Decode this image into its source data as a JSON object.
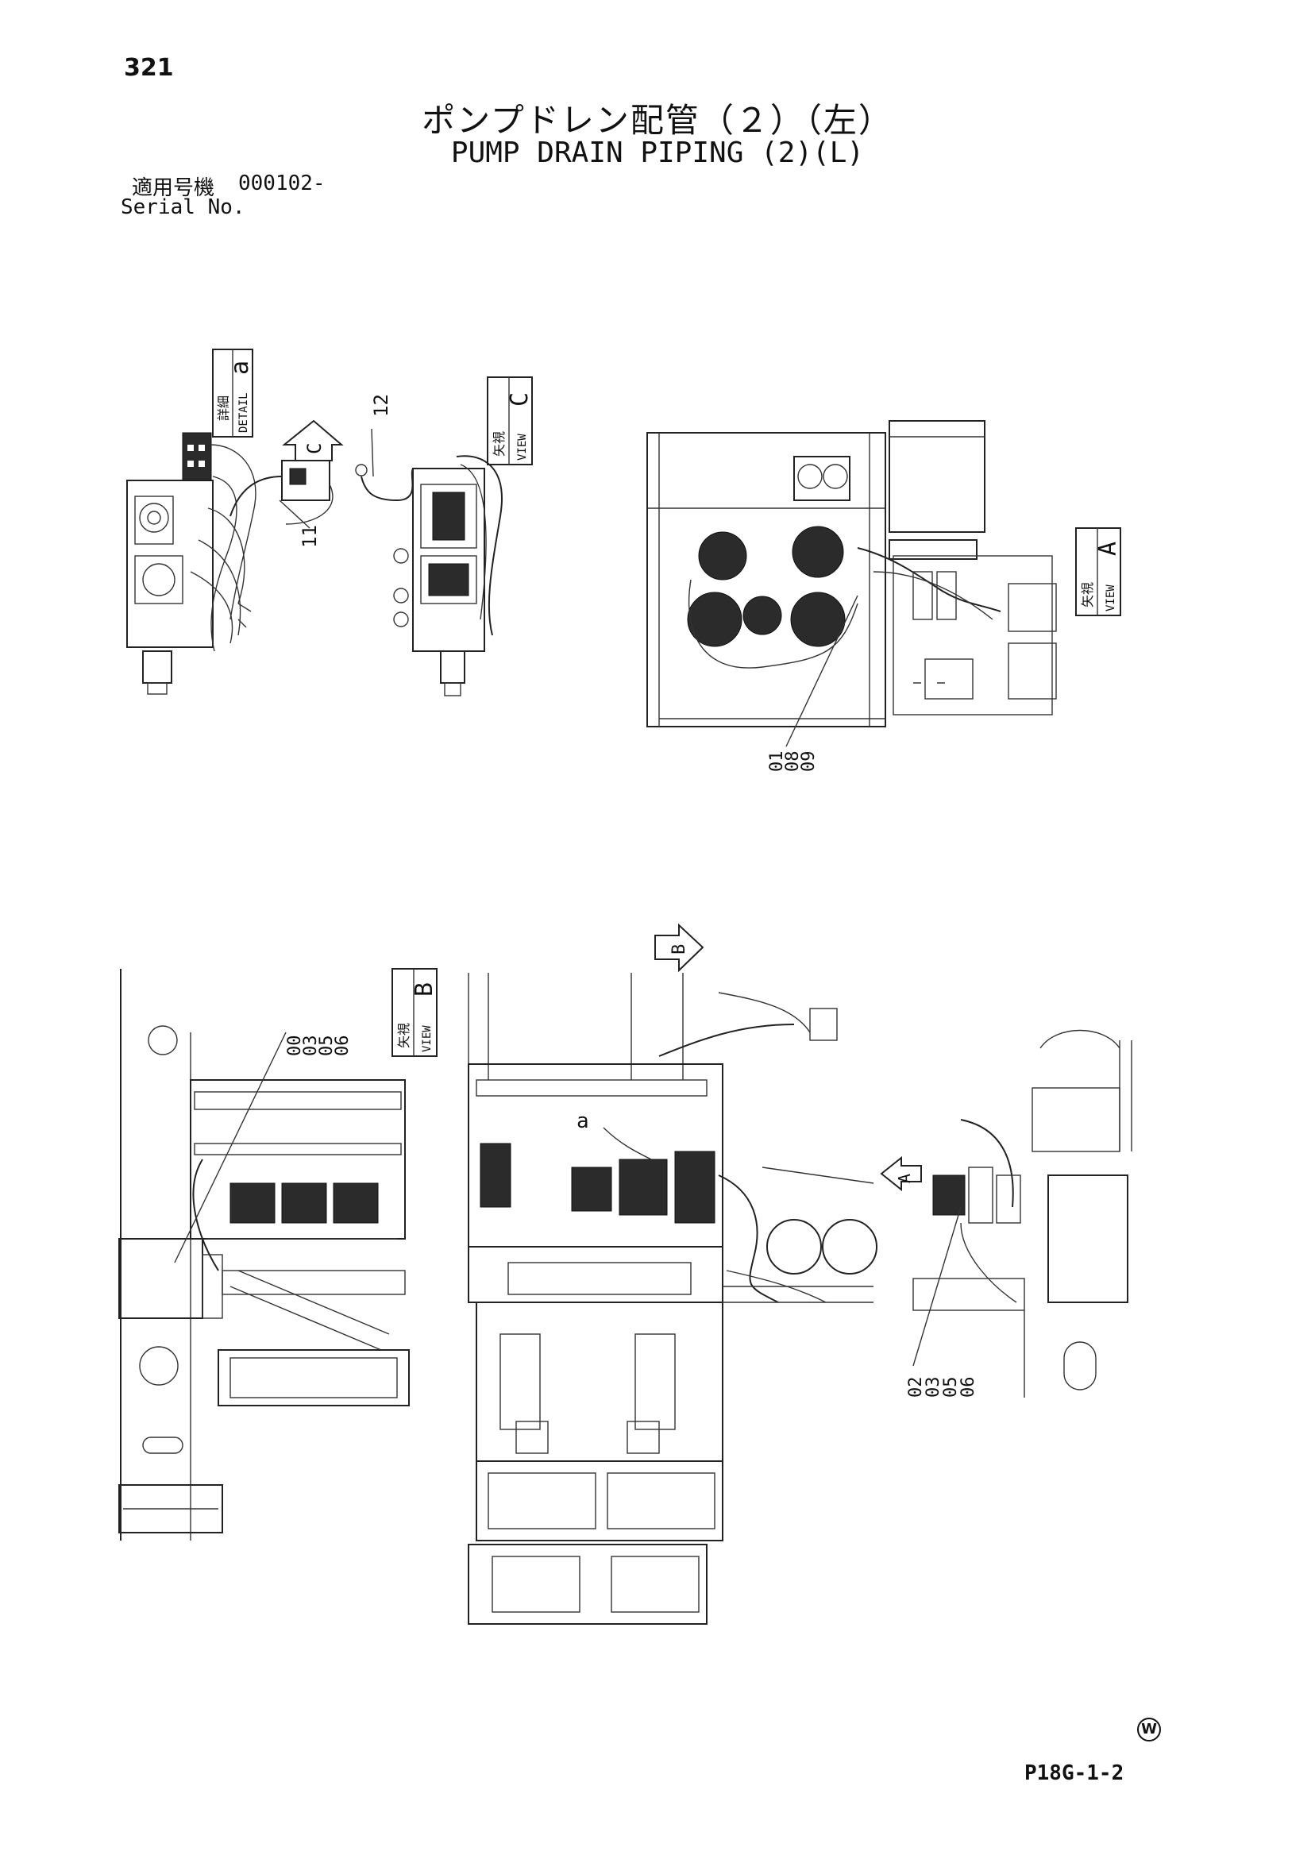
{
  "header": {
    "page_number": "321",
    "title_jp": "ポンプドレン配管（２）（左）",
    "title_en": "PUMP DRAIN PIPING (2)(L)",
    "serial_label_jp": "適用号機",
    "serial_value": "000102-",
    "serial_label_en": "Serial No."
  },
  "views": {
    "detail_a": {
      "jp": "詳細",
      "en": "DETAIL",
      "letter": "a"
    },
    "view_c": {
      "jp": "矢視",
      "en": "VIEW",
      "letter": "C"
    },
    "view_a": {
      "jp": "矢視",
      "en": "VIEW",
      "letter": "A"
    },
    "view_b": {
      "jp": "矢視",
      "en": "VIEW",
      "letter": "B"
    }
  },
  "arrows": {
    "arrow_c": "C",
    "arrow_b": "B",
    "arrow_a": "A",
    "pointer_a": "a"
  },
  "callouts": {
    "c11": "11",
    "c12": "12",
    "top_right_group": [
      "01",
      "08",
      "09"
    ],
    "left_bottom_group": [
      "00",
      "03",
      "05",
      "06"
    ],
    "right_bottom_group": [
      "02",
      "03",
      "05",
      "06"
    ]
  },
  "footer": {
    "mark": "W",
    "code": "P18G-1-2"
  }
}
